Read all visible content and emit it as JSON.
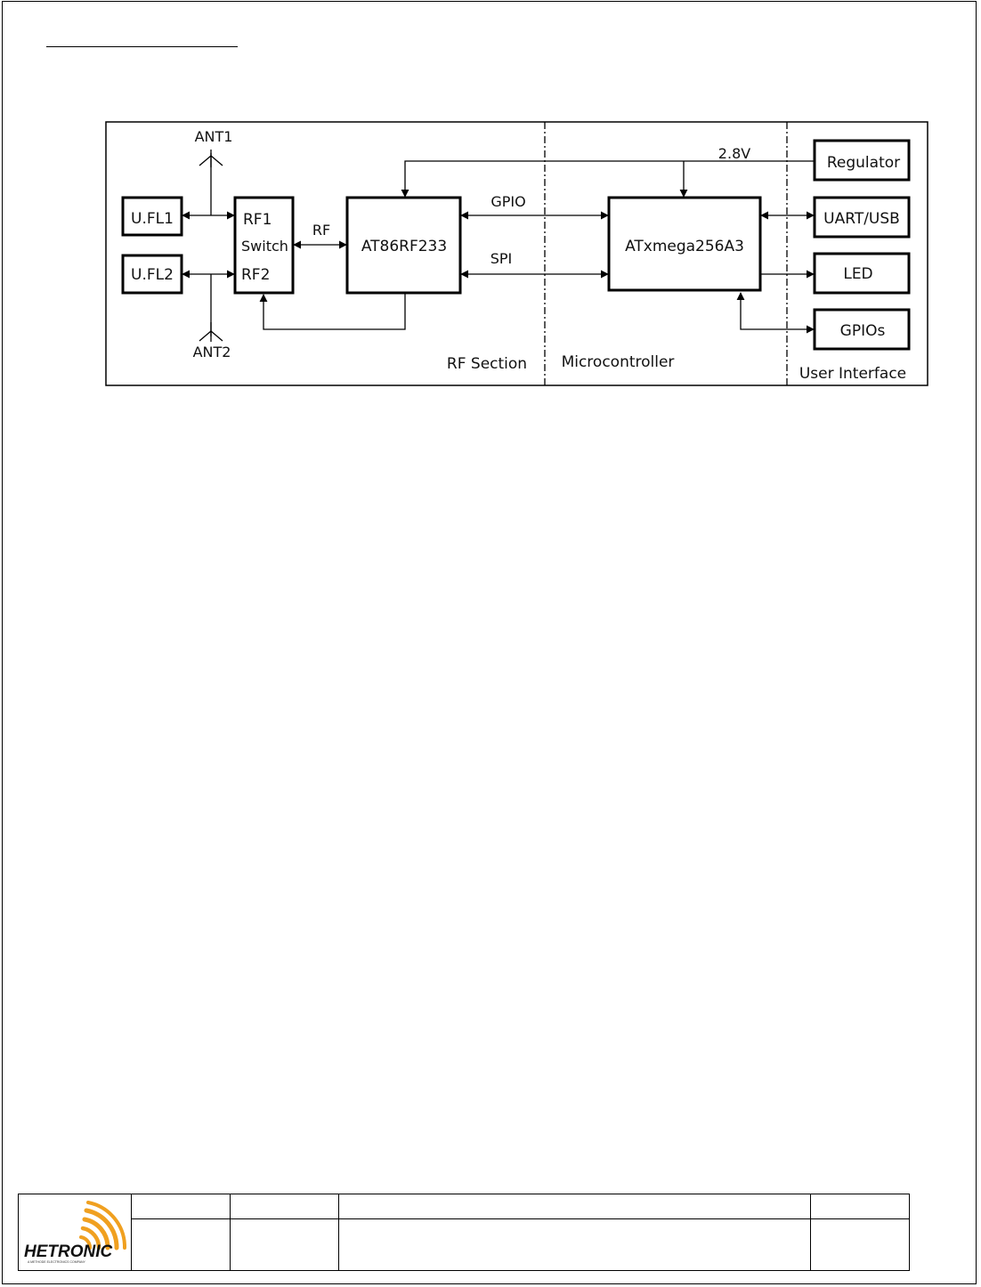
{
  "diagram": {
    "blocks": {
      "ufl1": "U.FL1",
      "ufl2": "U.FL2",
      "switch_rf1": "RF1",
      "switch_label": "Switch",
      "switch_rf2": "RF2",
      "transceiver": "AT86RF233",
      "mcu": "ATxmega256A3",
      "regulator": "Regulator",
      "uart_usb": "UART/USB",
      "led": "LED",
      "gpios": "GPIOs"
    },
    "labels": {
      "ant1": "ANT1",
      "ant2": "ANT2",
      "rf": "RF",
      "gpio": "GPIO",
      "spi": "SPI",
      "voltage": "2.8V"
    },
    "sections": {
      "rf": "RF Section",
      "mcu": "Microcontroller",
      "ui": "User Interface"
    }
  },
  "footer": {
    "logo_text": "HETRONIC",
    "logo_tagline": "A METHODE ELECTRONICS COMPANY",
    "logo_color": "#f0a020"
  }
}
